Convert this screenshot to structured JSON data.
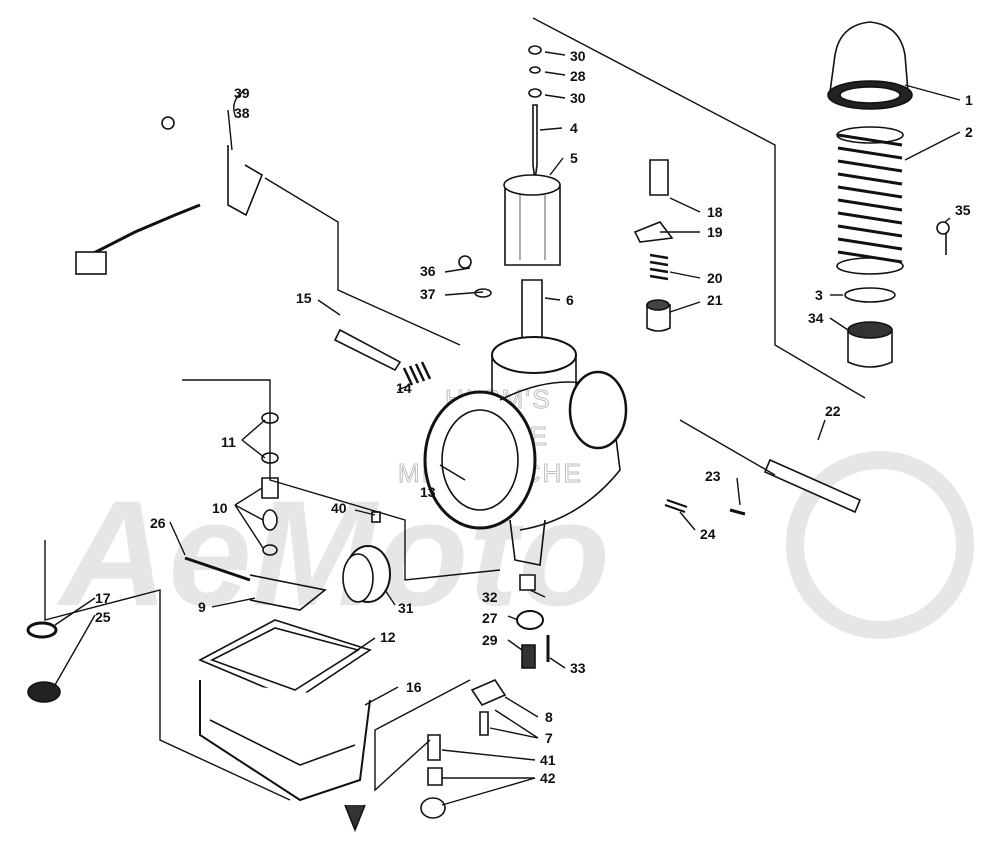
{
  "watermark": {
    "logo": "AeMoto",
    "lines": [
      "HLSM'S",
      "ONLINE",
      "MICROFICHE"
    ]
  },
  "callouts": [
    {
      "id": "c30a",
      "text": "30"
    },
    {
      "id": "c28",
      "text": "28"
    },
    {
      "id": "c30b",
      "text": "30"
    },
    {
      "id": "c4",
      "text": "4"
    },
    {
      "id": "c5",
      "text": "5"
    },
    {
      "id": "c1",
      "text": "1"
    },
    {
      "id": "c2",
      "text": "2"
    },
    {
      "id": "c39",
      "text": "39"
    },
    {
      "id": "c38",
      "text": "38"
    },
    {
      "id": "c18",
      "text": "18"
    },
    {
      "id": "c19",
      "text": "19"
    },
    {
      "id": "c35",
      "text": "35"
    },
    {
      "id": "c36",
      "text": "36"
    },
    {
      "id": "c37",
      "text": "37"
    },
    {
      "id": "c20",
      "text": "20"
    },
    {
      "id": "c21",
      "text": "21"
    },
    {
      "id": "c6",
      "text": "6"
    },
    {
      "id": "c3",
      "text": "3"
    },
    {
      "id": "c34",
      "text": "34"
    },
    {
      "id": "c15",
      "text": "15"
    },
    {
      "id": "c14",
      "text": "14"
    },
    {
      "id": "c11",
      "text": "11"
    },
    {
      "id": "c13",
      "text": "13"
    },
    {
      "id": "c22",
      "text": "22"
    },
    {
      "id": "c23",
      "text": "23"
    },
    {
      "id": "c10",
      "text": "10"
    },
    {
      "id": "c40",
      "text": "40"
    },
    {
      "id": "c24",
      "text": "24"
    },
    {
      "id": "c26",
      "text": "26"
    },
    {
      "id": "c32",
      "text": "32"
    },
    {
      "id": "c9",
      "text": "9"
    },
    {
      "id": "c31",
      "text": "31"
    },
    {
      "id": "c17",
      "text": "17"
    },
    {
      "id": "c25",
      "text": "25"
    },
    {
      "id": "c27",
      "text": "27"
    },
    {
      "id": "c12",
      "text": "12"
    },
    {
      "id": "c29",
      "text": "29"
    },
    {
      "id": "c33",
      "text": "33"
    },
    {
      "id": "c16",
      "text": "16"
    },
    {
      "id": "c8",
      "text": "8"
    },
    {
      "id": "c7",
      "text": "7"
    },
    {
      "id": "c41",
      "text": "41"
    },
    {
      "id": "c42",
      "text": "42"
    }
  ]
}
